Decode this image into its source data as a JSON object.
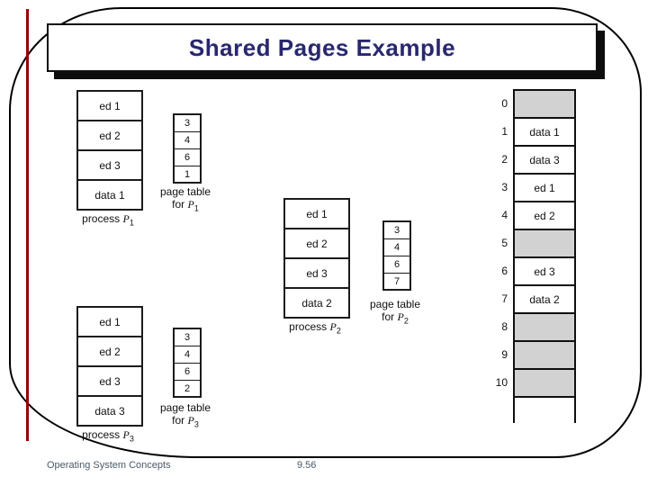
{
  "slide": {
    "title": "Shared Pages Example",
    "footer_left": "Operating System Concepts",
    "page_number": "9.56"
  },
  "colors": {
    "accent_red": "#990000",
    "title_navy": "#28286e",
    "frame_gray": "#d2d2d2",
    "footer_gray": "#4a5a68"
  },
  "diagram": {
    "processes": [
      {
        "pages": [
          "ed 1",
          "ed 2",
          "ed 3",
          "data 1"
        ],
        "label_word": "process",
        "label_p": "P",
        "label_sub": "1",
        "page_table": {
          "entries": [
            "3",
            "4",
            "6",
            "1"
          ],
          "caption_line1": "page table",
          "caption_word": "for",
          "caption_p": "P",
          "caption_sub": "1"
        }
      },
      {
        "pages": [
          "ed 1",
          "ed 2",
          "ed 3",
          "data 2"
        ],
        "label_word": "process",
        "label_p": "P",
        "label_sub": "2",
        "page_table": {
          "entries": [
            "3",
            "4",
            "6",
            "7"
          ],
          "caption_line1": "page table",
          "caption_word": "for",
          "caption_p": "P",
          "caption_sub": "2"
        }
      },
      {
        "pages": [
          "ed 1",
          "ed 2",
          "ed 3",
          "data 3"
        ],
        "label_word": "process",
        "label_p": "P",
        "label_sub": "3",
        "page_table": {
          "entries": [
            "3",
            "4",
            "6",
            "2"
          ],
          "caption_line1": "page table",
          "caption_word": "for",
          "caption_p": "P",
          "caption_sub": "3"
        }
      }
    ],
    "memory": {
      "frames": [
        {
          "number": "0",
          "label": "",
          "shaded": true
        },
        {
          "number": "1",
          "label": "data 1",
          "shaded": false
        },
        {
          "number": "2",
          "label": "data 3",
          "shaded": false
        },
        {
          "number": "3",
          "label": "ed 1",
          "shaded": false
        },
        {
          "number": "4",
          "label": "ed 2",
          "shaded": false
        },
        {
          "number": "5",
          "label": "",
          "shaded": true
        },
        {
          "number": "6",
          "label": "ed 3",
          "shaded": false
        },
        {
          "number": "7",
          "label": "data 2",
          "shaded": false
        },
        {
          "number": "8",
          "label": "",
          "shaded": true
        },
        {
          "number": "9",
          "label": "",
          "shaded": true
        },
        {
          "number": "10",
          "label": "",
          "shaded": true
        }
      ]
    }
  }
}
